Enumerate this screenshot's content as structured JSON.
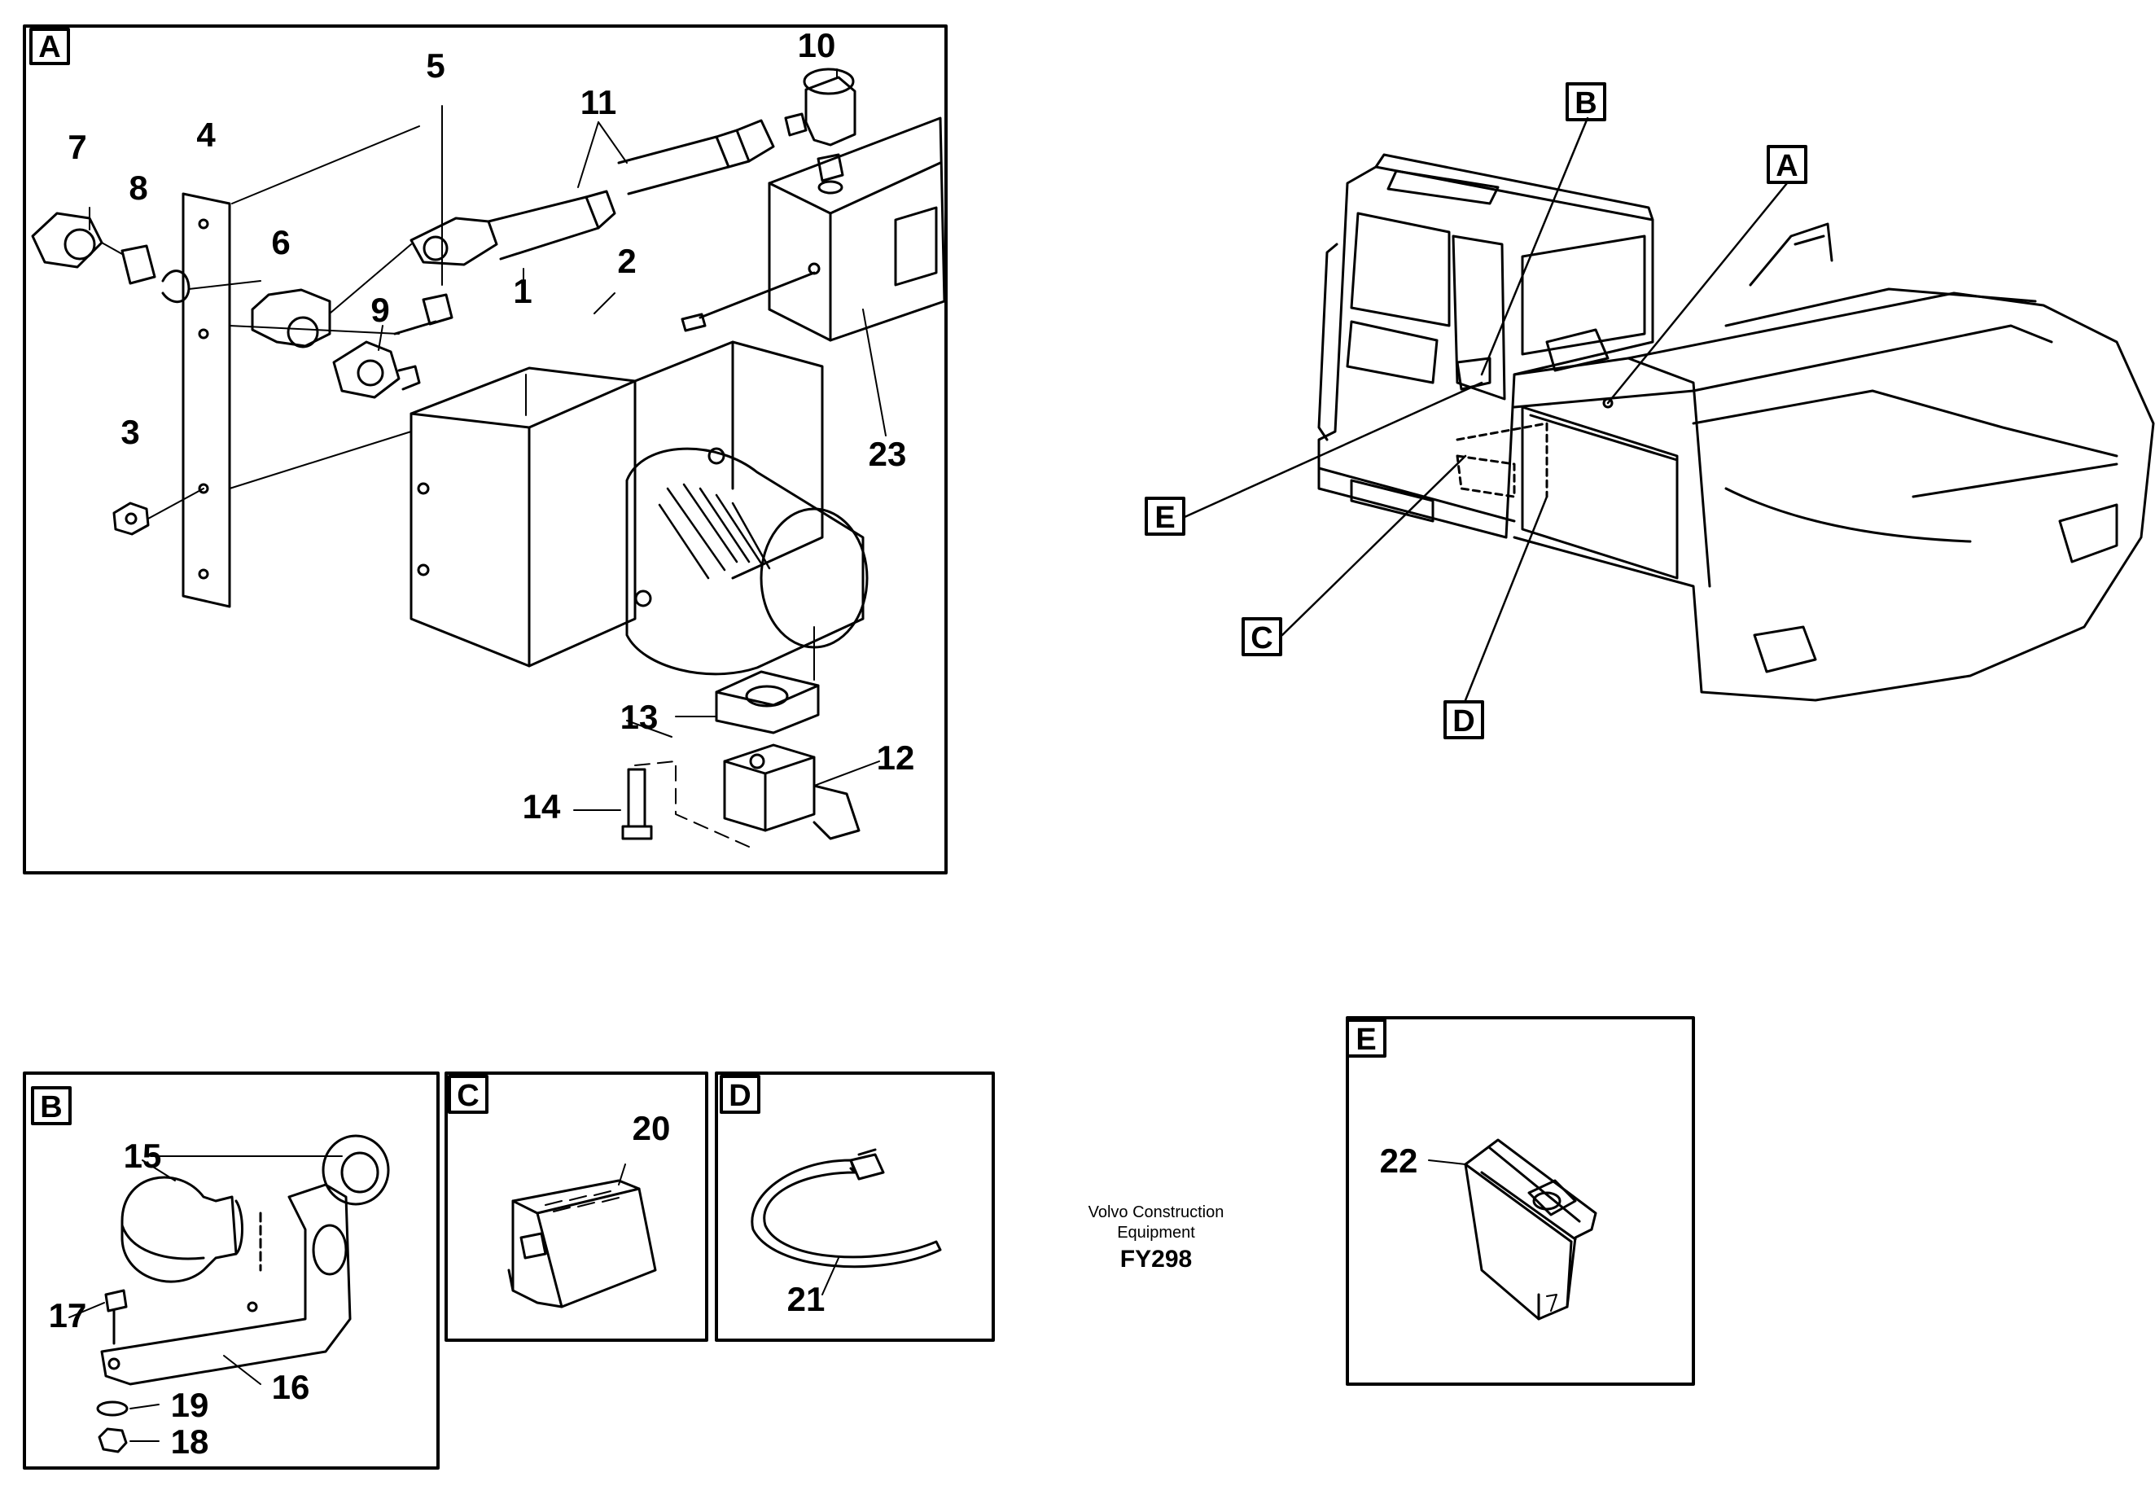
{
  "panels": {
    "A": "A",
    "B": "B",
    "C": "C",
    "D": "D",
    "E": "E"
  },
  "machine_callouts": {
    "A": "A",
    "B": "B",
    "C": "C",
    "D": "D",
    "E": "E"
  },
  "parts": {
    "p1": "1",
    "p2": "2",
    "p3": "3",
    "p4": "4",
    "p5": "5",
    "p6": "6",
    "p7": "7",
    "p8": "8",
    "p9": "9",
    "p10": "10",
    "p11": "11",
    "p12": "12",
    "p13": "13",
    "p14": "14",
    "p15": "15",
    "p16": "16",
    "p17": "17",
    "p18": "18",
    "p19": "19",
    "p20": "20",
    "p21": "21",
    "p22": "22",
    "p23": "23"
  },
  "caption": {
    "line1": "Volvo Construction",
    "line2": "Equipment",
    "code": "FY298"
  }
}
